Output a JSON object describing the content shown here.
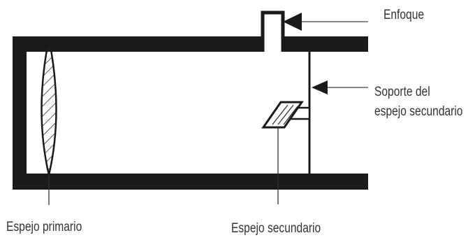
{
  "labels": {
    "enfoque": "Enfoque",
    "soporte_line1": "Soporte del",
    "soporte_line2": "espejo secundario",
    "espejo_primario": "Espejo primario",
    "espejo_secundario": "Espejo secundario"
  },
  "colors": {
    "tube": "#1a1a1a",
    "line": "#333333",
    "pointer": "#888888",
    "background": "#ffffff"
  }
}
